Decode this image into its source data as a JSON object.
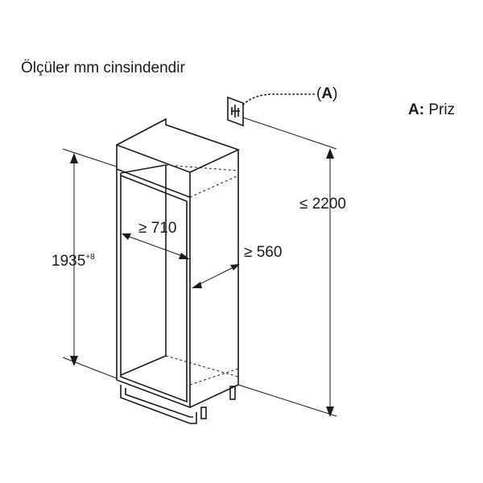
{
  "heading": "Ölçüler mm cinsindendir",
  "callout": {
    "open": "(",
    "letter": "A",
    "close": ")"
  },
  "legend": {
    "key": "A:",
    "value": "Priz"
  },
  "dimensions": {
    "total_height": "≤ 2200",
    "niche_width": "≥ 710",
    "niche_depth": "≥ 560",
    "niche_height": "1935",
    "niche_height_tolerance": "+8"
  },
  "icons": {
    "socket": "power-socket-icon"
  }
}
